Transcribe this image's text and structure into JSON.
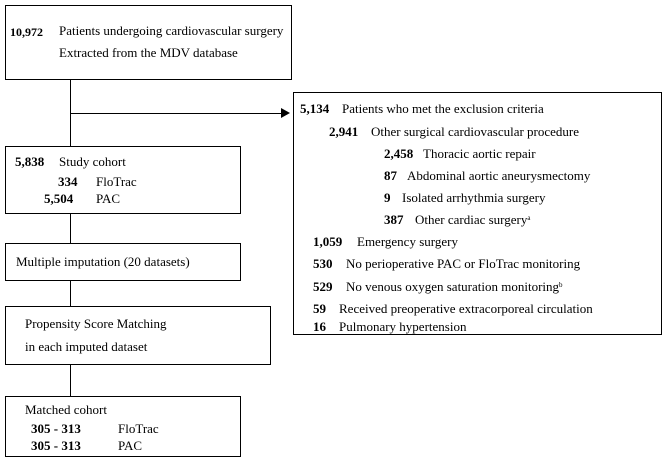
{
  "top_box": {
    "count": "10,972",
    "line1": "Patients undergoing cardiovascular surgery",
    "line2": "Extracted from the MDV database"
  },
  "exclusion_box": {
    "count": "5,134",
    "title": "Patients who met the exclusion criteria",
    "other_surgical": {
      "count": "2,941",
      "label": "Other surgical cardiovascular procedure"
    },
    "sub_items": [
      {
        "count": "2,458",
        "label": "Thoracic aortic repair"
      },
      {
        "count": "87",
        "label": "Abdominal aortic aneurysmectomy"
      },
      {
        "count": "9",
        "label": "Isolated arrhythmia surgery"
      },
      {
        "count": "387",
        "label": "Other cardiac surgery",
        "note": "a"
      }
    ],
    "items": [
      {
        "count": "1,059",
        "label": "Emergency surgery"
      },
      {
        "count": "530",
        "label": "No perioperative PAC or FloTrac monitoring"
      },
      {
        "count": "529",
        "label": "No venous oxygen saturation monitoring",
        "note": "b"
      },
      {
        "count": "59",
        "label": "Received preoperative extracorporeal circulation"
      },
      {
        "count": "16",
        "label": "Pulmonary hypertension"
      }
    ]
  },
  "study_box": {
    "count": "5,838",
    "title": "Study cohort",
    "rows": [
      {
        "count": "334",
        "label": "FloTrac"
      },
      {
        "count": "5,504",
        "label": "PAC"
      }
    ]
  },
  "imputation_box": {
    "label": "Multiple imputation (20 datasets)"
  },
  "psm_box": {
    "line1": "Propensity Score Matching",
    "line2": "in each imputed dataset"
  },
  "matched_box": {
    "title": "Matched cohort",
    "rows": [
      {
        "count": "305 - 313",
        "label": "FloTrac"
      },
      {
        "count": "305 - 313",
        "label": "PAC"
      }
    ]
  }
}
